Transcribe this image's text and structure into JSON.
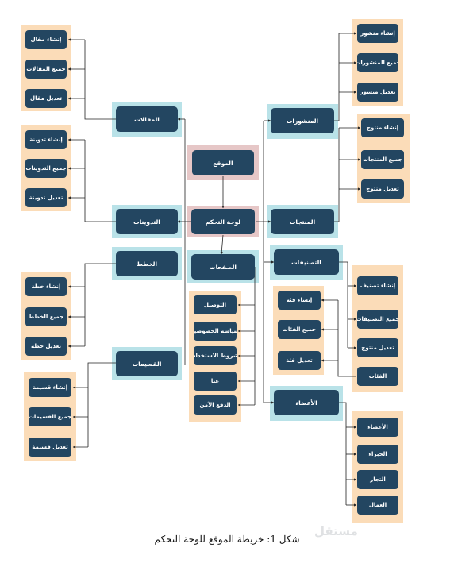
{
  "diagram": {
    "root": "الموقع",
    "dashboard": "لوحة التحكم",
    "articles": {
      "title": "المقالات",
      "items": [
        "إنشاء مقال",
        "جميع المقالات",
        "تعديل مقال"
      ]
    },
    "blogs": {
      "title": "التدوينات",
      "items": [
        "إنشاء تدوينة",
        "جميع التدوينات",
        "تعديل تدوينة"
      ]
    },
    "plans": {
      "title": "الخطط",
      "items": [
        "إنشاء خطة",
        "جميع الخطط",
        "تعديل خطة"
      ]
    },
    "sections": {
      "title": "القسيمات",
      "items": [
        "إنشاء قسيمة",
        "جميع القسيمات",
        "تعديل قسيمة"
      ]
    },
    "posts": {
      "title": "المنشورات",
      "items": [
        "إنشاء منشور",
        "جميع المنشورات",
        "تعديل منشور"
      ]
    },
    "products": {
      "title": "المنتجات",
      "items": [
        "إنشاء منتوج",
        "جميع المنتجات",
        "تعديل منتوج"
      ]
    },
    "pages": {
      "title": "الصفحات",
      "items": [
        "التوصيل",
        "سياسة الخصوصية",
        "شروط الاستخدام",
        "عنا",
        "الدفع الآمن"
      ]
    },
    "categories": {
      "title": "التصنيفات",
      "items": [
        "إنشاء تصنيف",
        "جميع التصنيفات",
        "تعديل منتوج",
        "الفئات"
      ],
      "sub_items": [
        "إنشاء فئة",
        "جميع الفئات",
        "تعديل فئة"
      ]
    },
    "members": {
      "title": "الأعضاء",
      "items": [
        "الأعضاء",
        "الخبراء",
        "التجار",
        "العمال"
      ]
    }
  },
  "caption": "شكل 1: خريطة الموقع للوحة التحكم",
  "watermark": "مستقل",
  "colors": {
    "node": "#234661",
    "pink": "#e6c7c7",
    "blue": "#b9e2e8",
    "peach": "#fbdcb8",
    "line": "#222222"
  }
}
